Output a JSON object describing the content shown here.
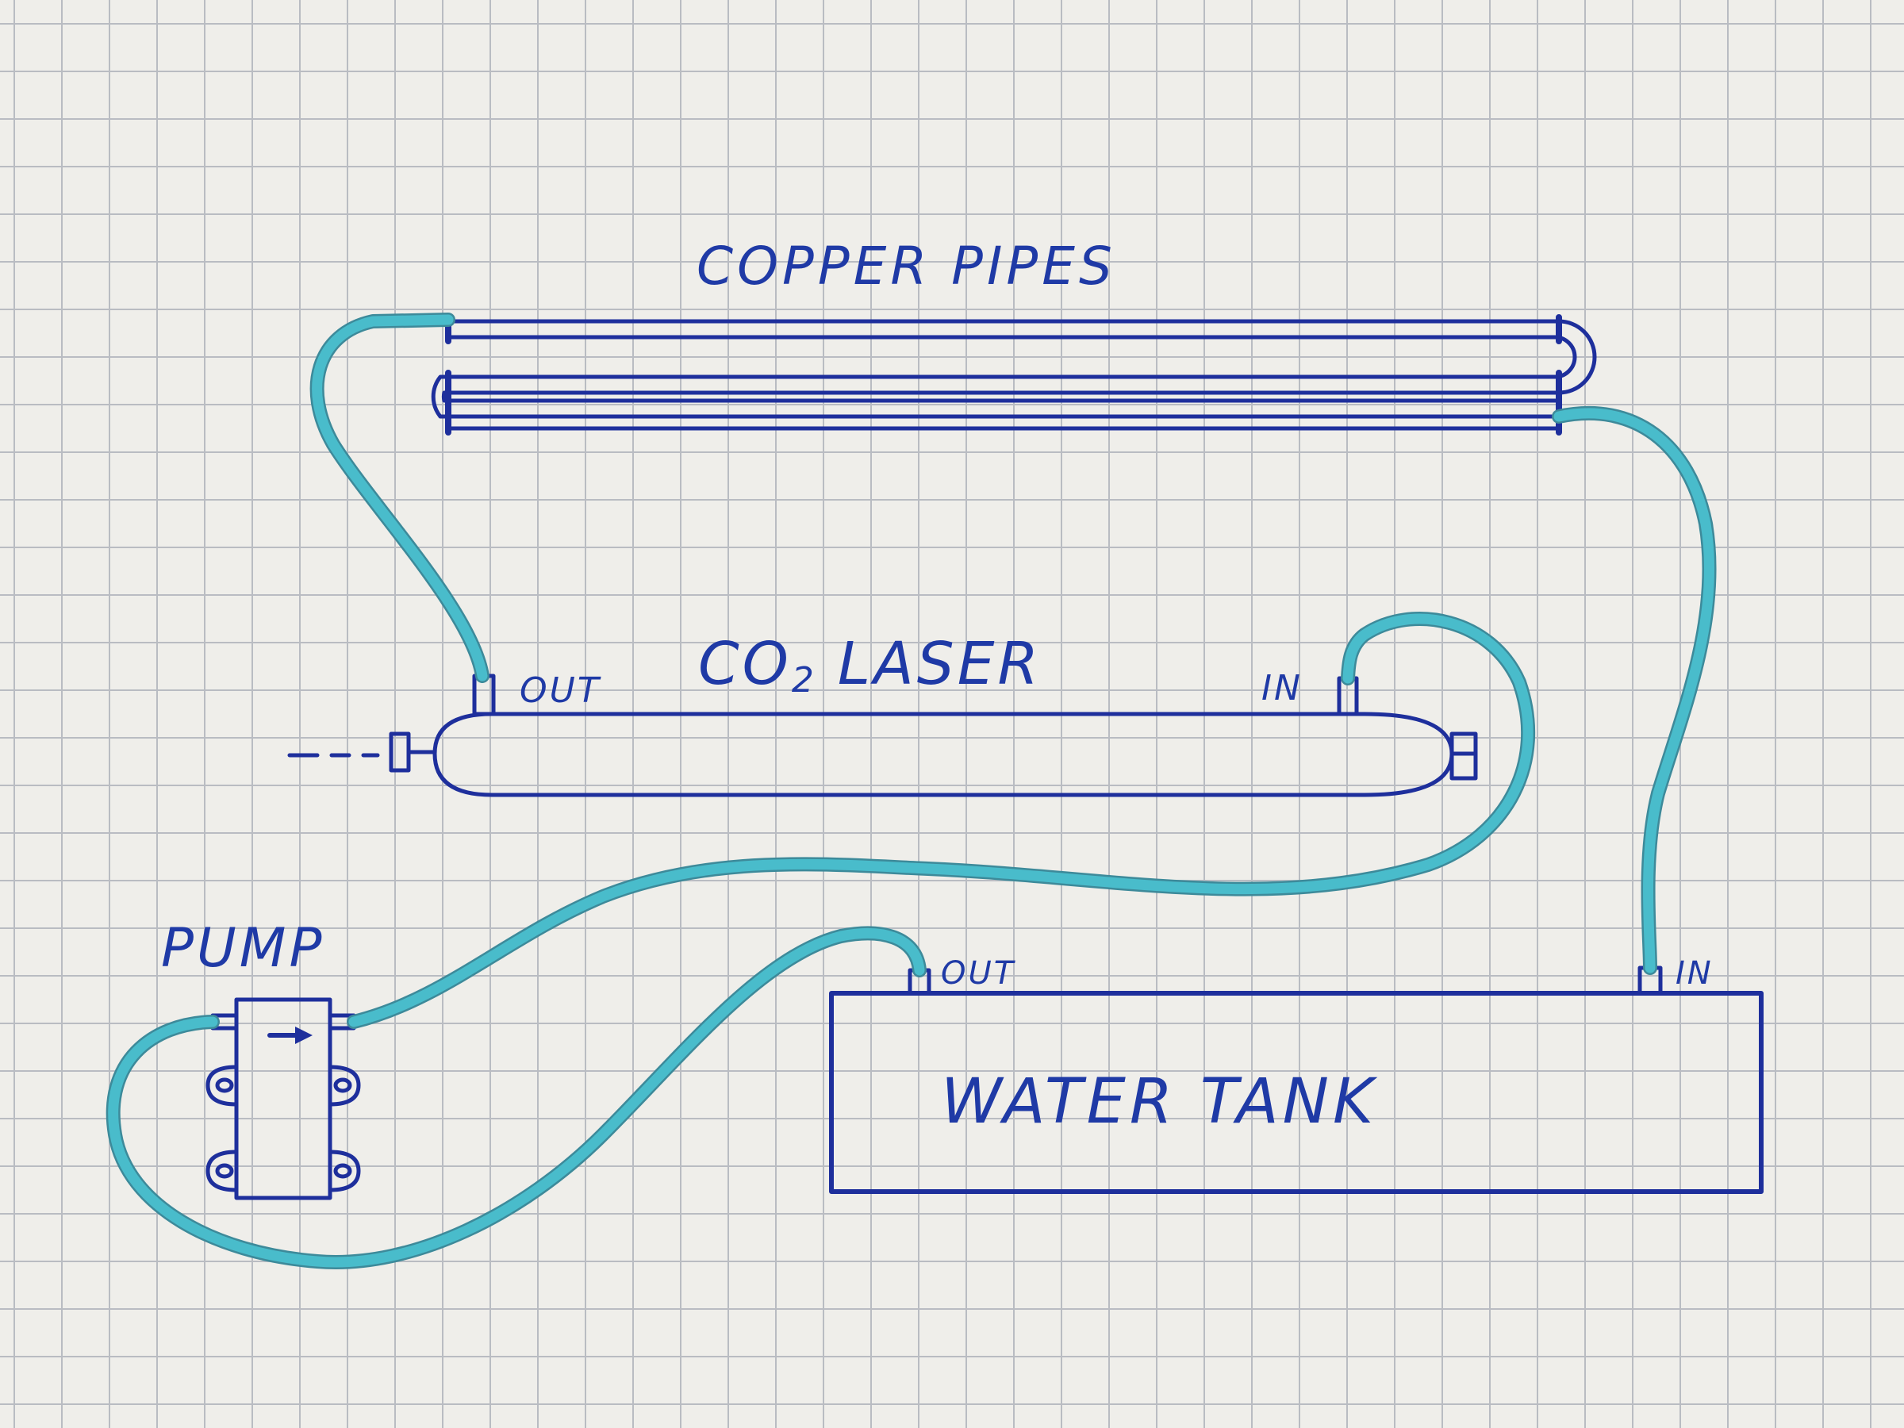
{
  "labels": {
    "copper_pipes": "COPPER PIPES",
    "co2_laser_prefix": "CO",
    "co2_laser_subscript": "2",
    "co2_laser_suffix": "LASER",
    "laser_out": "OUT",
    "laser_in": "IN",
    "pump": "PUMP",
    "water_tank": "WATER TANK",
    "tank_out": "OUT",
    "tank_in": "IN"
  },
  "colors": {
    "paper": "#efeeea",
    "grid": "#b9bcc2",
    "ink": "#1e2f9c",
    "hose": "#49bccb"
  },
  "icons": {
    "flow_arrow": "right-arrow-icon"
  }
}
